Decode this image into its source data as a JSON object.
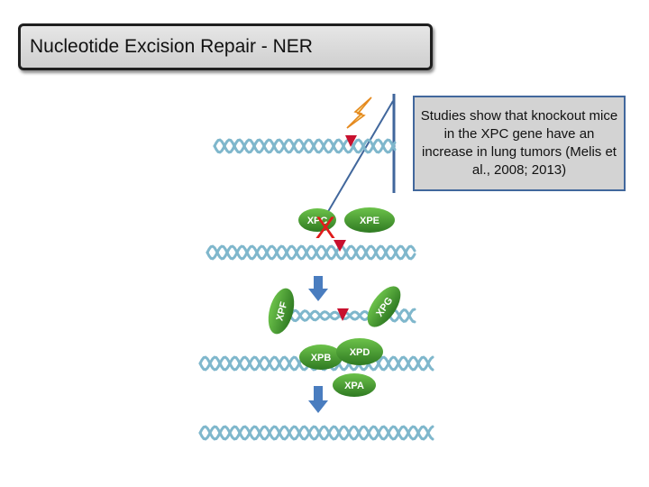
{
  "title": "Nucleotide Excision Repair - NER",
  "callout": "Studies show that knockout mice in the XPC gene have an increase in lung tumors (Melis et al., 2008; 2013)",
  "proteins": {
    "xpc": "XPC",
    "xpe": "XPE",
    "xpf": "XPF",
    "xpg": "XPG",
    "xpb": "XPB",
    "xpd": "XPD",
    "xpa": "XPA"
  },
  "knockout_mark": "X",
  "icons": [
    "uv-lightning-icon",
    "dna-helix",
    "lesion-marker",
    "down-arrow-icon",
    "protein-blob"
  ],
  "colors": {
    "dna": "#7fb7cc",
    "protein": "#3d8f2e",
    "lesion": "#c8102e",
    "arrow": "#4a7dbf",
    "knockout": "#e01b1b",
    "callout_border": "#41679c"
  }
}
